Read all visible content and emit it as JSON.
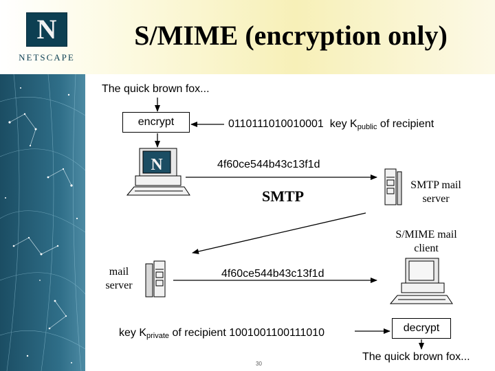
{
  "header": {
    "title": "S/MIME (encryption only)",
    "logo_letter": "N",
    "logo_word": "NETSCAPE"
  },
  "diagram": {
    "plaintext_top": "The quick brown fox...",
    "encrypt_label": "encrypt",
    "key_public": {
      "bits": "0110111010010001",
      "prefix": "key K",
      "subscript": "public",
      "suffix": "of recipient"
    },
    "ciphertext_top": "4f60ce544b43c13f1d",
    "smtp_label": "SMTP",
    "smtp_server_label": "SMTP mail server",
    "smime_client_label": "S/MIME mail client",
    "mail_server_label": "mail server",
    "ciphertext_bottom": "4f60ce544b43c13f1d",
    "key_private": {
      "prefix": "key K",
      "subscript": "private",
      "suffix": "of recipient",
      "bits": "1001001100111010"
    },
    "decrypt_label": "decrypt",
    "plaintext_bottom": "The quick brown fox...",
    "page_number": "30"
  }
}
